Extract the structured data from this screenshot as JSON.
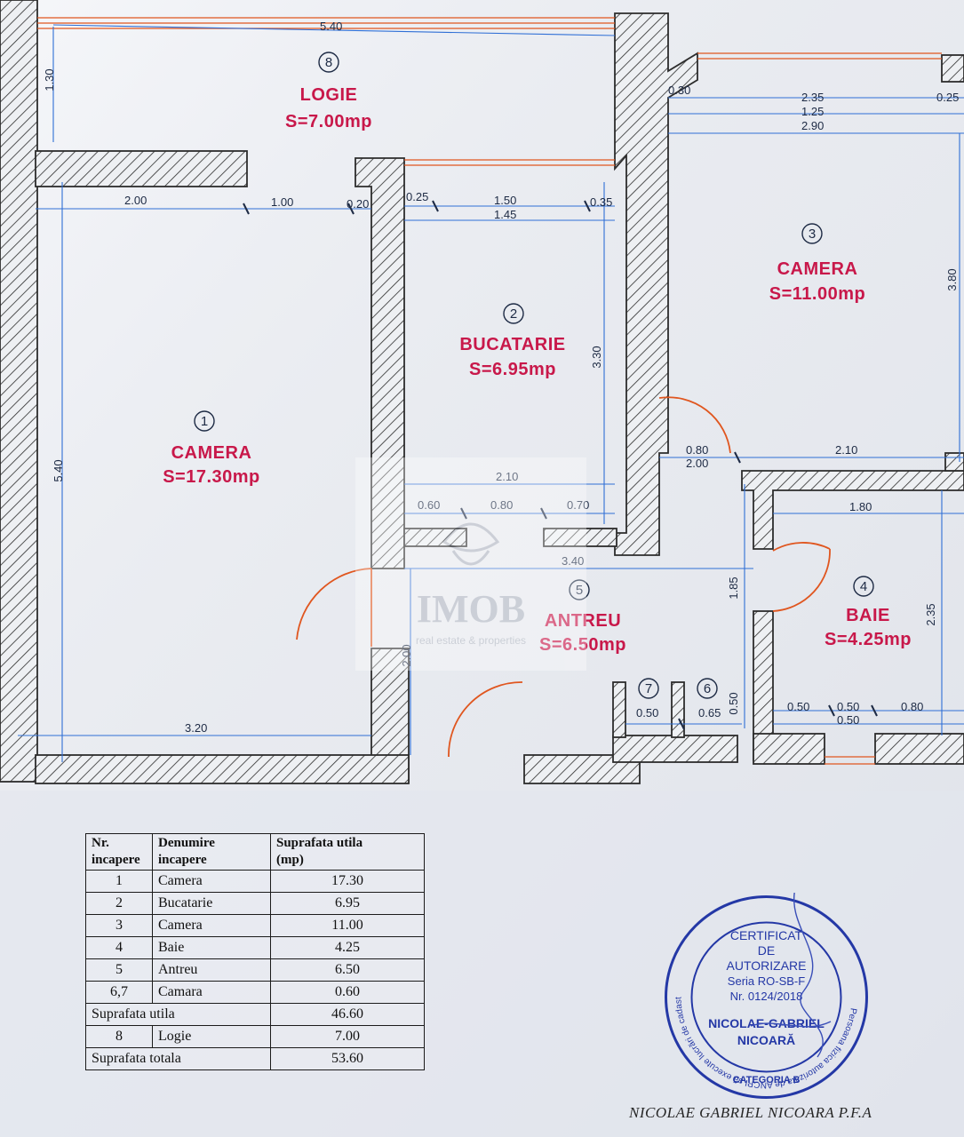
{
  "rooms": [
    {
      "id": "8",
      "name": "LOGIE",
      "area": "S=7.00mp"
    },
    {
      "id": "1",
      "name": "CAMERA",
      "area": "S=17.30mp"
    },
    {
      "id": "2",
      "name": "BUCATARIE",
      "area": "S=6.95mp"
    },
    {
      "id": "3",
      "name": "CAMERA",
      "area": "S=11.00mp"
    },
    {
      "id": "5",
      "name": "ANTREU",
      "area": "S=6.50mp"
    },
    {
      "id": "4",
      "name": "BAIE",
      "area": "S=4.25mp"
    },
    {
      "id": "7"
    },
    {
      "id": "6"
    }
  ],
  "dimensions": {
    "logia_width": "5.40",
    "logia_depth": "1.30",
    "r3_a": "0.30",
    "r3_b": "2.35",
    "r3_c": "0.25",
    "r3_d": "1.25",
    "r3_e": "2.90",
    "r3_height": "3.80",
    "r1_a": "2.00",
    "r1_b": "1.00",
    "r1_c": "0.20",
    "r1_height": "5.40",
    "r1_bottom": "3.20",
    "k_a": "0.25",
    "k_b": "1.50",
    "k_c": "0.35",
    "k_d": "1.45",
    "k_height": "3.30",
    "k_e": "2.10",
    "k_f": "0.60",
    "k_g": "0.80",
    "k_h": "0.70",
    "c_a": "0.80",
    "c_b": "2.00",
    "c_c": "2.10",
    "a_width": "3.40",
    "a_height": "2.00",
    "a_right": "1.85",
    "b_top": "1.80",
    "b_height": "2.35",
    "b_small": "0.50",
    "b_a": "0.50",
    "b_b": "0.50",
    "b_c": "0.80",
    "b_d": "0.50",
    "s_a": "0.50",
    "s_b": "0.65"
  },
  "watermark": {
    "logo": "IMOB",
    "tagline": "real estate & properties"
  },
  "table": {
    "headers": [
      "Nr.\nincapere",
      "Denumire\nincapere",
      "Suprafata utila\n(mp)"
    ],
    "rows": [
      {
        "nr": "1",
        "name": "Camera",
        "area": "17.30"
      },
      {
        "nr": "2",
        "name": "Bucatarie",
        "area": "6.95"
      },
      {
        "nr": "3",
        "name": "Camera",
        "area": "11.00"
      },
      {
        "nr": "4",
        "name": "Baie",
        "area": "4.25"
      },
      {
        "nr": "5",
        "name": "Antreu",
        "area": "6.50"
      },
      {
        "nr": "6,7",
        "name": "Camara",
        "area": "0.60"
      }
    ],
    "useful_label": "Suprafata utila",
    "useful_value": "46.60",
    "extra_row": {
      "nr": "8",
      "name": "Logie",
      "area": "7.00"
    },
    "total_label": "Suprafata totala",
    "total_value": "53.60"
  },
  "stamp": {
    "ring_top": "Persoana fizica autorizata de ANCPI să execute lucrări de cadastru, geodezie și cartografie",
    "ring_bottom": "CATEGORIA B",
    "line1": "CERTIFICAT",
    "line2": "DE",
    "line3": "AUTORIZARE",
    "line4": "Seria RO-SB-F",
    "line5": "Nr. 0124/2018",
    "line6": "NICOLAE-GABRIEL",
    "line7": "NICOARĂ"
  },
  "signature_line": "NICOLAE GABRIEL NICOARA  P.F.A",
  "colors": {
    "wall": "#2c2c2c",
    "dimension": "#2f6fd6",
    "text_red": "#c8184a",
    "door": "#e0561f",
    "stamp": "#2438a6"
  }
}
